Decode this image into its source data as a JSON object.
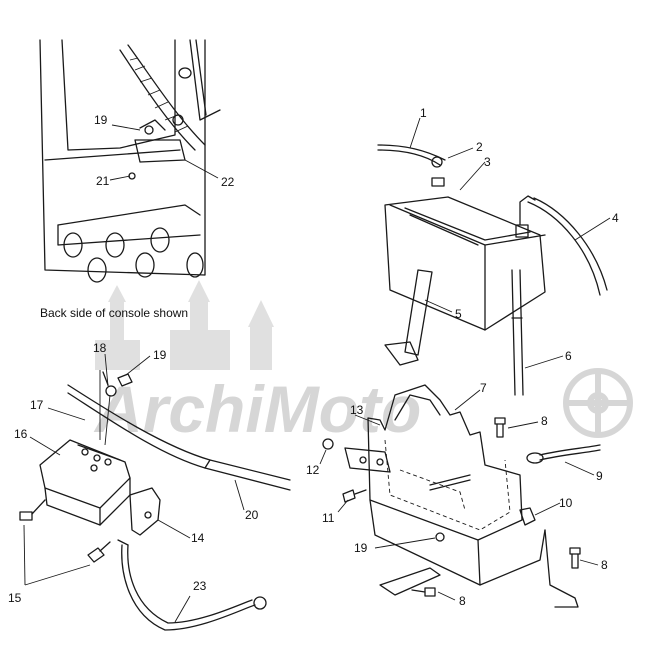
{
  "caption": "Back side of console shown",
  "watermark": "ArchiMoto",
  "callouts": {
    "n1": "1",
    "n2": "2",
    "n3": "3",
    "n4": "4",
    "n5": "5",
    "n6": "6",
    "n7": "7",
    "n8a": "8",
    "n8b": "8",
    "n8c": "8",
    "n9": "9",
    "n10": "10",
    "n11": "11",
    "n12": "12",
    "n13": "13",
    "n14": "14",
    "n15": "15",
    "n16": "16",
    "n17": "17",
    "n18": "18",
    "n19a": "19",
    "n19b": "19",
    "n19c": "19",
    "n20": "20",
    "n21": "21",
    "n22": "22",
    "n23": "23"
  }
}
